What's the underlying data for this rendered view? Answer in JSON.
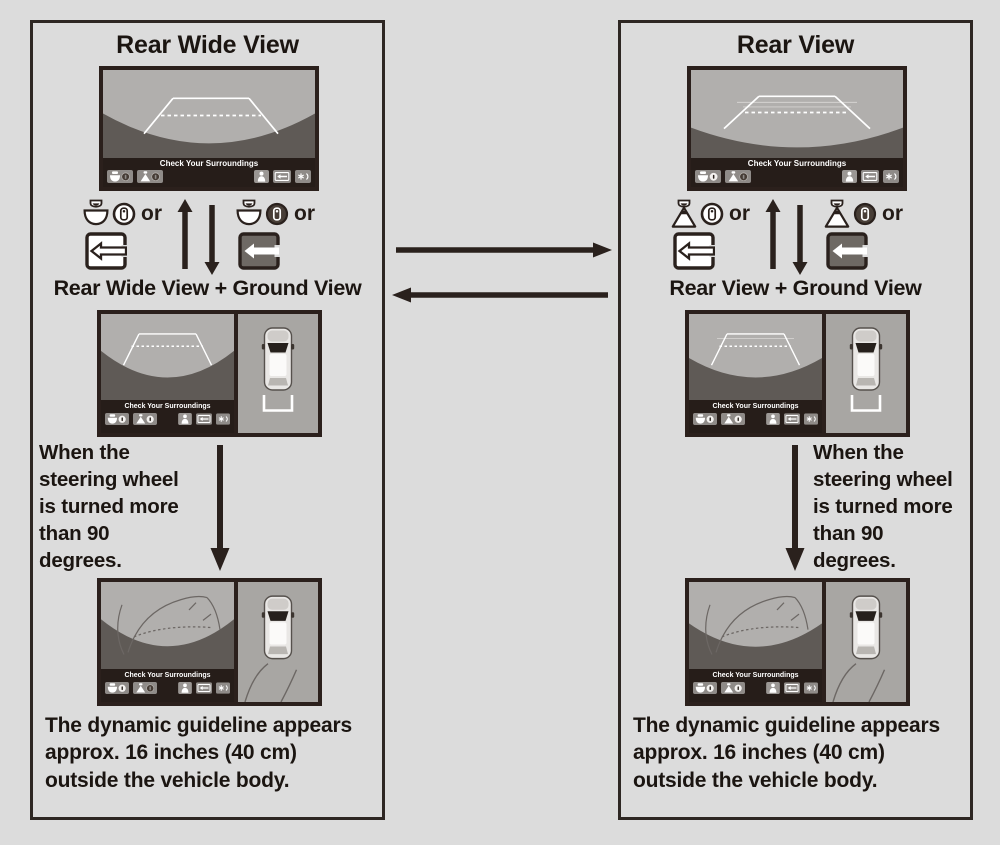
{
  "diagram": {
    "background": "#dcdcdc",
    "ink": "#2a211d",
    "screen_bezel": "#2b201c",
    "camera_light_gray": "#b1afad",
    "camera_dark_gray": "#5f5a56",
    "bottom_bar": "#261d19",
    "guideline_white": "#ffffff"
  },
  "panels": [
    {
      "title": "Rear Wide View",
      "combo_title": "Rear Wide View + Ground View",
      "or_first": "or",
      "or_second": "or",
      "screen_caption": "Check Your Surroundings",
      "steering_note": "When the steering wheel is turned more than 90 degrees.",
      "dynamic_note": "The dynamic guideline appears approx. 16 inches (40 cm) outside the vehicle body."
    },
    {
      "title": "Rear View",
      "combo_title": "Rear View + Ground View",
      "or_first": "or",
      "or_second": "or",
      "screen_caption": "Check Your Surroundings",
      "steering_note": "When the steering wheel is turned more than 90 degrees.",
      "dynamic_note": "The dynamic guideline appears approx. 16 inches (40 cm) outside the vehicle body."
    }
  ],
  "icons": {
    "wide_view_camera": "dome-camera-glyph",
    "rear_view_camera": "cone-camera-glyph",
    "view_switch_button": "circle-with-car-glyph",
    "reverse_gear_position": "box-with-left-arrow-glyph",
    "pedestrian_warning": "person-glyph",
    "display_brightness": "asterisk-paren-glyph",
    "up_arrow": "up-arrow",
    "down_arrow": "down-arrow",
    "switch_right": "right-arrow",
    "switch_left": "left-arrow"
  }
}
